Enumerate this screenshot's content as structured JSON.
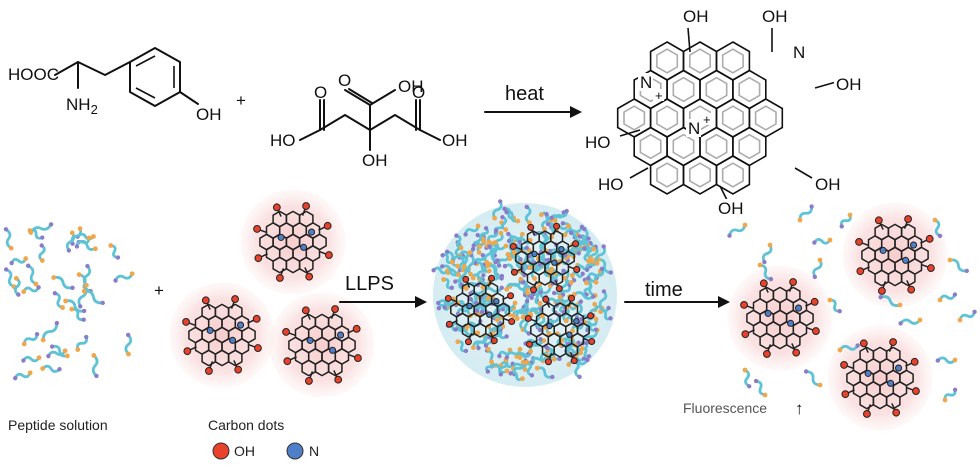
{
  "reactants": {
    "tyrosine": {
      "acid": "HOOC",
      "amine": "NH",
      "amine_sub": "2",
      "hydroxyl": "OH"
    },
    "plus": "+",
    "citric_acid": {
      "top_oh": "OH",
      "left_ho": "HO",
      "right_oh": "OH",
      "center_oh": "OH"
    }
  },
  "reaction": {
    "arrow_label": "heat"
  },
  "product": {
    "labels": [
      "OH",
      "OH",
      "N",
      "OH",
      "N",
      "+",
      "N",
      "+",
      "HO",
      "HO",
      "OH",
      "OH"
    ]
  },
  "process": {
    "plus": "+",
    "step1_label": "LLPS",
    "step2_label": "time"
  },
  "captions": {
    "peptide": "Peptide solution",
    "carbon_dots": "Carbon dots",
    "fluorescence": "Fluorescence",
    "fluorescence_arrow": "↑"
  },
  "legend": [
    {
      "label": "OH",
      "color": "#e8432a"
    },
    {
      "label": "N",
      "color": "#4f7fc8"
    }
  ],
  "colors": {
    "halo": "#f5c6c6",
    "peptide": "#5fc3d6",
    "peptide_tip_a": "#f0a64b",
    "peptide_tip_b": "#8a7cc9",
    "oh_atom": "#e8432a",
    "n_atom": "#4f7fc8"
  }
}
